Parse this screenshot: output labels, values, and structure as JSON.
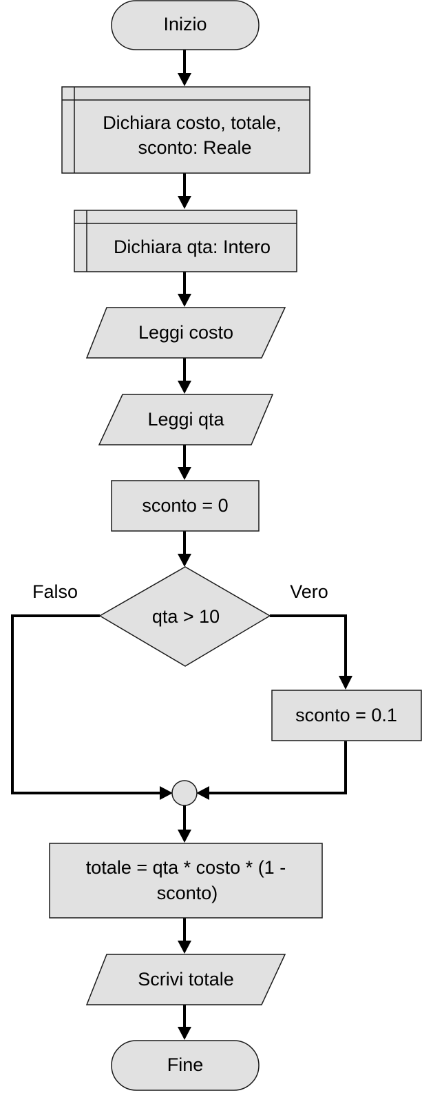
{
  "colors": {
    "node_fill": "#e1e1e1",
    "node_stroke": "#1a1a1a",
    "connector": "#000000",
    "text": "#000000",
    "background": "#ffffff"
  },
  "nodes": {
    "start": {
      "shape": "terminal",
      "label": "Inizio"
    },
    "declare_real": {
      "shape": "predefined-process",
      "lines": [
        "Dichiara costo, totale,",
        "sconto: Reale"
      ]
    },
    "declare_int": {
      "shape": "predefined-process",
      "label": "Dichiara qta: Intero"
    },
    "read_cost": {
      "shape": "input-output",
      "label": "Leggi costo"
    },
    "read_qty": {
      "shape": "input-output",
      "label": "Leggi qta"
    },
    "init_discount": {
      "shape": "process",
      "label": "sconto = 0"
    },
    "condition": {
      "shape": "decision",
      "label": "qta > 10"
    },
    "set_discount": {
      "shape": "process",
      "label": "sconto = 0.1"
    },
    "merge": {
      "shape": "connector"
    },
    "compute_total": {
      "shape": "process",
      "lines": [
        "totale = qta * costo * (1 -",
        "sconto)"
      ]
    },
    "write_total": {
      "shape": "input-output",
      "label": "Scrivi totale"
    },
    "end": {
      "shape": "terminal",
      "label": "Fine"
    }
  },
  "edges": [
    {
      "from": "start",
      "to": "declare_real"
    },
    {
      "from": "declare_real",
      "to": "declare_int"
    },
    {
      "from": "declare_int",
      "to": "read_cost"
    },
    {
      "from": "read_cost",
      "to": "read_qty"
    },
    {
      "from": "read_qty",
      "to": "init_discount"
    },
    {
      "from": "init_discount",
      "to": "condition"
    },
    {
      "from": "condition",
      "to": "set_discount",
      "label": "Vero"
    },
    {
      "from": "condition",
      "to": "merge",
      "label": "Falso"
    },
    {
      "from": "set_discount",
      "to": "merge"
    },
    {
      "from": "merge",
      "to": "compute_total"
    },
    {
      "from": "compute_total",
      "to": "write_total"
    },
    {
      "from": "write_total",
      "to": "end"
    }
  ],
  "branch_labels": {
    "false": "Falso",
    "true": "Vero"
  }
}
